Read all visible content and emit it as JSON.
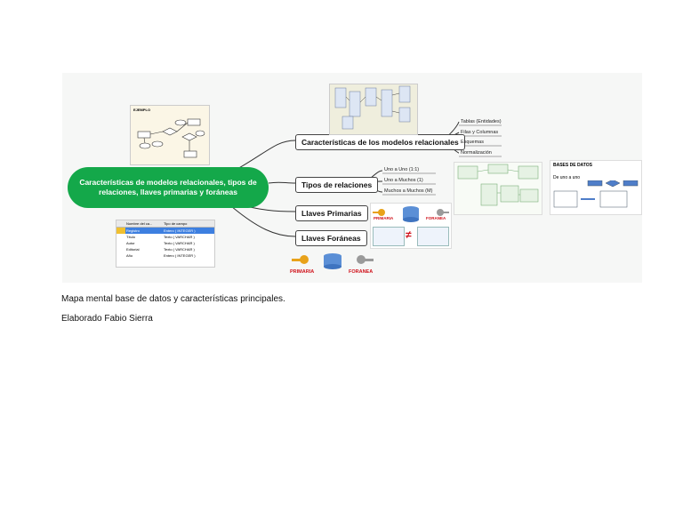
{
  "central": "Características de modelos relacionales, tipos de relaciones, llaves primarias y foráneas",
  "branches": [
    {
      "label": "Características de los modelos relacionales",
      "children": [
        "Tablas (Entidades)",
        "Filas y Columnas",
        "Esquemas",
        "Normalización"
      ]
    },
    {
      "label": "Tipos de relaciones",
      "children": [
        "Uno a Uno (1:1)",
        "Uno a Muchos (1)",
        "Muchos a Muchos (M)"
      ]
    },
    {
      "label": "Llaves Primarias",
      "children": []
    },
    {
      "label": "Llaves Foráneas",
      "children": []
    }
  ],
  "keys_image": {
    "primary": "PRIMARIA",
    "foreign": "FORANEA"
  },
  "thumb_er": {
    "title": "EJEMPLO"
  },
  "thumb_db": {
    "title": "BASES DE DATOS",
    "subtitle": "De uno a uno"
  },
  "field_table": {
    "headers": [
      "Nombre del ca...",
      "Tipo de campo"
    ],
    "rows": [
      [
        "Registro",
        "Entero ( INTEGER )"
      ],
      [
        "Título",
        "Texto ( VARCHAR )"
      ],
      [
        "Autor",
        "Texto ( VARCHAR )"
      ],
      [
        "Editorial",
        "Texto ( VARCHAR )"
      ],
      [
        "Año",
        "Entero ( INTEGER )"
      ]
    ]
  },
  "caption": "Mapa mental base de datos y características principales.",
  "author": "Elaborado Fabio Sierra",
  "colors": {
    "central": "#14a84a",
    "primary_key": "#e8a21a",
    "foreign_key": "#9a9a9a",
    "text_red": "#d0121b"
  }
}
